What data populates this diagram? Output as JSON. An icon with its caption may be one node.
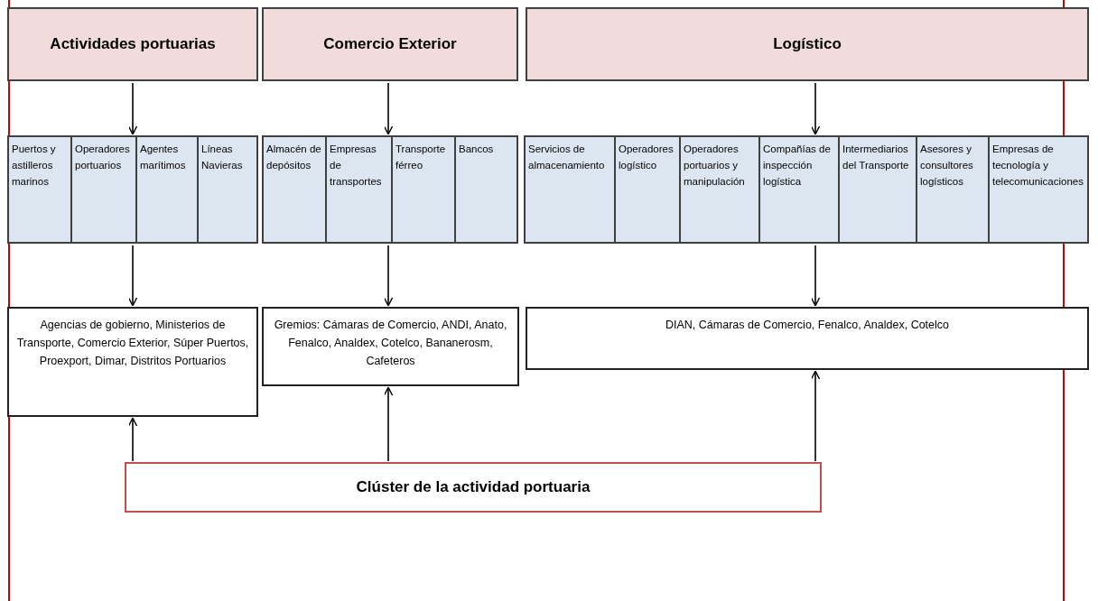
{
  "diagram": {
    "nodes": [
      {
        "text": [
          "Actividades portuarias"
        ]
      },
      {
        "text": [
          "Comercio Exterior"
        ]
      },
      {
        "text": [
          "Logístico"
        ]
      },
      {
        "text": [],
        "shape": "box"
      },
      {
        "text": [
          "Puertos y astilleros marinos"
        ],
        "in": 3
      },
      {
        "text": [
          "Operadores portuarios"
        ],
        "in": 3
      },
      {
        "text": [
          "Agentes marítimos"
        ],
        "in": 3
      },
      {
        "text": [
          "Líneas Navieras"
        ],
        "in": 3
      },
      {
        "text": [],
        "shape": "box"
      },
      {
        "text": [
          "Almacén de depósitos"
        ],
        "in": 8
      },
      {
        "text": [
          "Empresas de transportes"
        ],
        "in": 8
      },
      {
        "text": [
          "Transporte férreo"
        ],
        "in": 8
      },
      {
        "text": [
          "Bancos"
        ],
        "in": 8
      },
      {
        "text": [],
        "shape": "box"
      },
      {
        "text": [
          "Servicios de almacenamiento"
        ],
        "in": 13
      },
      {
        "text": [
          "Operadores logístico"
        ],
        "in": 13
      },
      {
        "text": [
          "Operadores portuarios y manipulación"
        ],
        "in": 13
      },
      {
        "text": [
          "Compañías de inspección logística"
        ],
        "in": 13
      },
      {
        "text": [
          "Intermediarios del Transporte"
        ],
        "in": 13
      },
      {
        "text": [
          "Asesores y consultores logísticos"
        ],
        "in": 13
      },
      {
        "text": [
          "Empresas de tecnología y telecomunicaciones"
        ],
        "in": 13
      },
      {
        "text": [
          "Agencias de gobierno, Ministerios de Transporte, Comercio Exterior, Súper Puertos, Proexport, Dimar, Distritos Portuarios"
        ]
      },
      {
        "text": [
          "Gremios: Cámaras de Comercio, ANDI, Anato, Fenalco, Analdex, Cotelco, Bananerosm, Cafeteros"
        ]
      },
      {
        "text": [
          "DIAN, Cámaras de Comercio, Fenalco, Analdex, Cotelco"
        ]
      },
      {
        "text": [
          "Clúster de la actividad portuaria"
        ]
      }
    ],
    "edges": [
      {
        "from": 0,
        "to": 3,
        "arrow": "to"
      },
      {
        "from": 1,
        "to": 8,
        "arrow": "to"
      },
      {
        "from": 2,
        "to": 13,
        "arrow": "to"
      },
      {
        "from": 3,
        "to": 21,
        "arrow": "to"
      },
      {
        "from": 8,
        "to": 22,
        "arrow": "to"
      },
      {
        "from": 13,
        "to": 23,
        "arrow": "to"
      },
      {
        "from": 24,
        "to": 21,
        "arrow": "to"
      },
      {
        "from": 24,
        "to": 22,
        "arrow": "to"
      },
      {
        "from": 24,
        "to": 23,
        "arrow": "to"
      }
    ]
  }
}
